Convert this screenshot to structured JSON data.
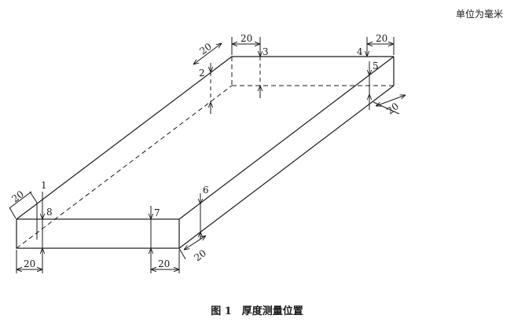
{
  "unit_note": "单位为毫米",
  "caption": "图 1　厚度测量位置",
  "points": [
    "1",
    "2",
    "3",
    "4",
    "5",
    "6",
    "7",
    "8"
  ],
  "dimensions": {
    "top_left_diag": "20",
    "top_mid": "20",
    "top_right": "20",
    "right_diag": "20",
    "left_diag": "20",
    "bottom_left": "20",
    "bottom_mid": "20",
    "bottom_right_diag": "20"
  }
}
